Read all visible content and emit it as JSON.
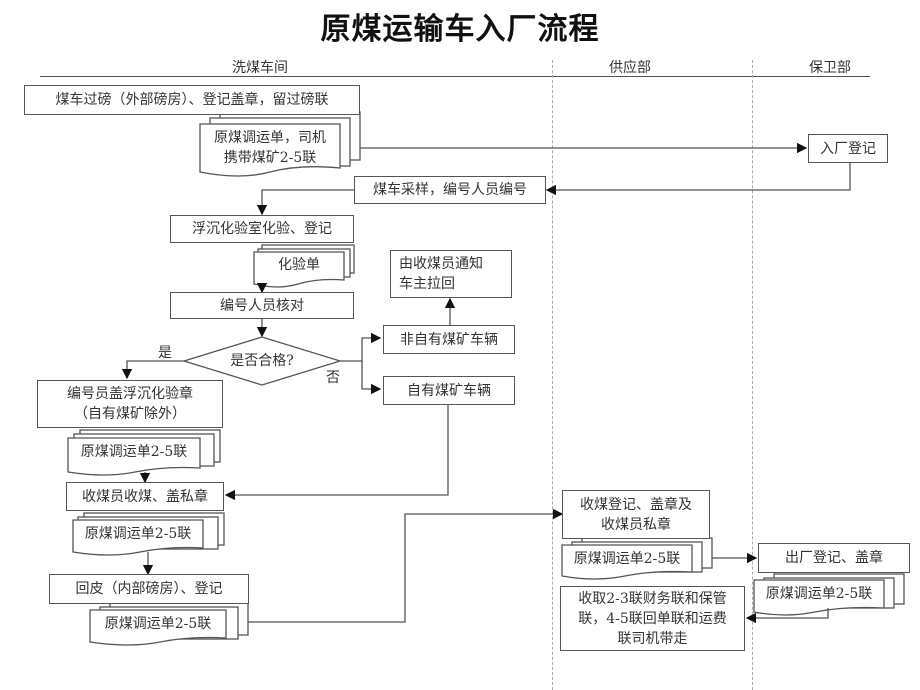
{
  "title": "原煤运输车入厂流程",
  "lanes": [
    "洗煤车间",
    "供应部",
    "保卫部"
  ],
  "nodes": {
    "weigh_in": "煤车过磅（外部磅房）、登记盖章，留过磅联",
    "doc1": [
      "原煤调运单，司机",
      "携带煤矿2-5联"
    ],
    "register_in": "入厂登记",
    "sampling": "煤车采样，编号人员编号",
    "lab_test": "浮沉化验室化验、登记",
    "doc_lab": "化验单",
    "check": "编号人员核对",
    "decision": "是否合格?",
    "yes_label": "是",
    "no_label": "否",
    "notify_return": [
      "由收煤员通知",
      "车主拉回"
    ],
    "non_own": "非自有煤矿车辆",
    "own": "自有煤矿车辆",
    "stamp": [
      "编号员盖浮沉化验章",
      "（自有煤矿除外）"
    ],
    "doc2": "原煤调运单2-5联",
    "receive": "收煤员收煤、盖私章",
    "doc3": "原煤调运单2-5联",
    "tare": "回皮（内部磅房）、登记",
    "doc4": "原煤调运单2-5联",
    "supply_register": [
      "收煤登记、盖章及",
      "收煤员私章"
    ],
    "doc5": "原煤调运单2-5联",
    "exit_register": "出厂登记、盖章",
    "doc6": "原煤调运单2-5联",
    "collect": [
      "收取2-3联财务联和保管",
      "联，4-5联回单联和运费",
      "联司机带走"
    ]
  }
}
